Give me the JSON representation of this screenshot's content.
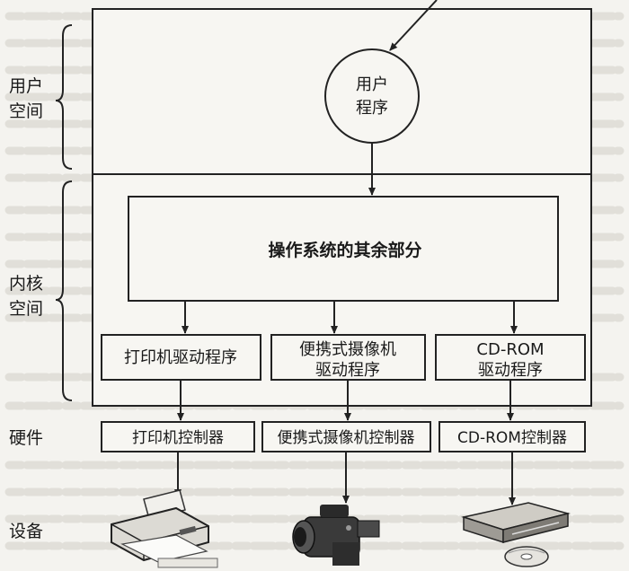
{
  "regions": {
    "user_space": [
      "用户",
      "空间"
    ],
    "kernel_space": [
      "内核",
      "空间"
    ],
    "hardware": "硬件",
    "devices": "设备"
  },
  "user_program": [
    "用户",
    "程序"
  ],
  "os_rest": "操作系统的其余部分",
  "drivers": [
    {
      "lines": [
        "打印机驱动程序"
      ]
    },
    {
      "lines": [
        "便携式摄像机",
        "驱动程序"
      ]
    },
    {
      "lines": [
        "CD-ROM",
        "驱动程序"
      ]
    }
  ],
  "controllers": [
    "打印机控制器",
    "便携式摄像机控制器",
    "CD-ROM控制器"
  ],
  "device_icons": [
    "printer-icon",
    "camcorder-icon",
    "cdrom-drive-icon",
    "disc-icon"
  ]
}
